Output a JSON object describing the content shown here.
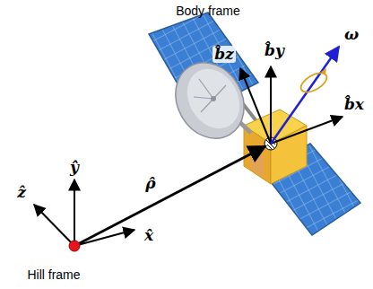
{
  "diagram": {
    "labels": [
      "Body frame",
      "Hill frame",
      "ẑ",
      "ŷ",
      "ρ̂",
      "x̂",
      "b̂z",
      "b̂y",
      "b̂x",
      "ω"
    ]
  }
}
